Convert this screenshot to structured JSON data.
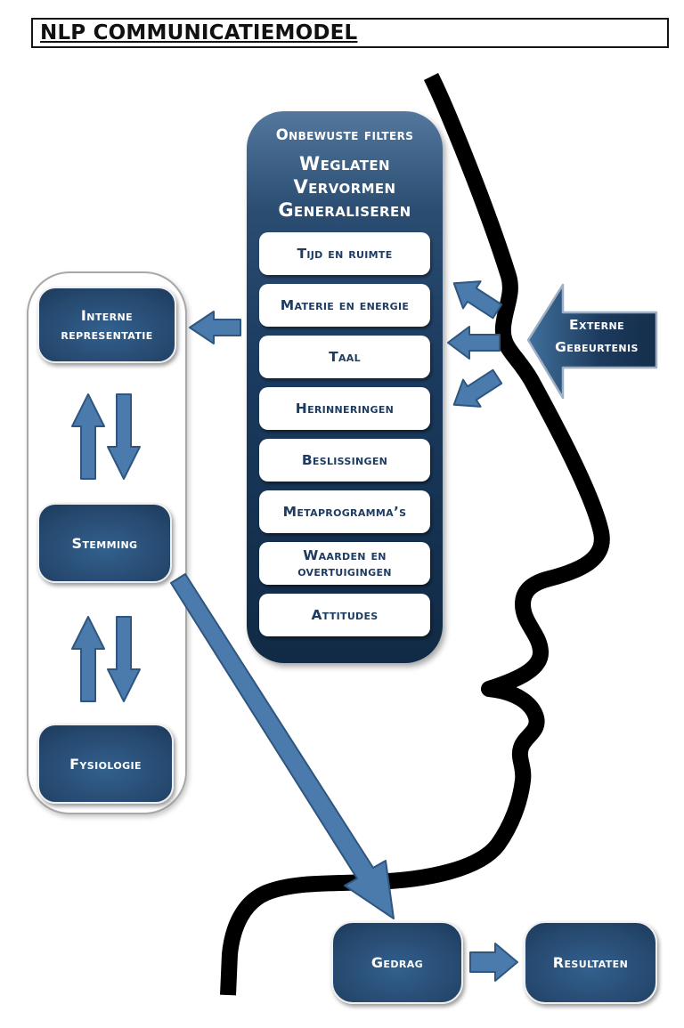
{
  "title": "NLP COMMUNICATIEMODEL",
  "filters_panel": {
    "header": "Onbewuste filters",
    "processes": [
      "Weglaten",
      "Vervormen",
      "Generaliseren"
    ],
    "filters": [
      "Tijd en ruimte",
      "Materie en energie",
      "Taal",
      "Herinneringen",
      "Beslissingen",
      "Metaprogramma’s",
      "Waarden en overtuigingen",
      "Attitudes"
    ]
  },
  "internal_loop": {
    "representation": "Interne representatie",
    "state": "Stemming",
    "physiology": "Fysiologie"
  },
  "external_event": {
    "line1": "Externe",
    "line2": "Gebeurtenis"
  },
  "outcome": {
    "behavior": "Gedrag",
    "results": "Resultaten"
  },
  "colors": {
    "navy_dark": "#112a45",
    "navy_mid": "#26496f",
    "navy_light": "#53779d",
    "arrow_blue": "#4b7aac",
    "arrow_border": "#2e567f",
    "text_navy": "#1e3c61",
    "face_outline": "#000000"
  }
}
